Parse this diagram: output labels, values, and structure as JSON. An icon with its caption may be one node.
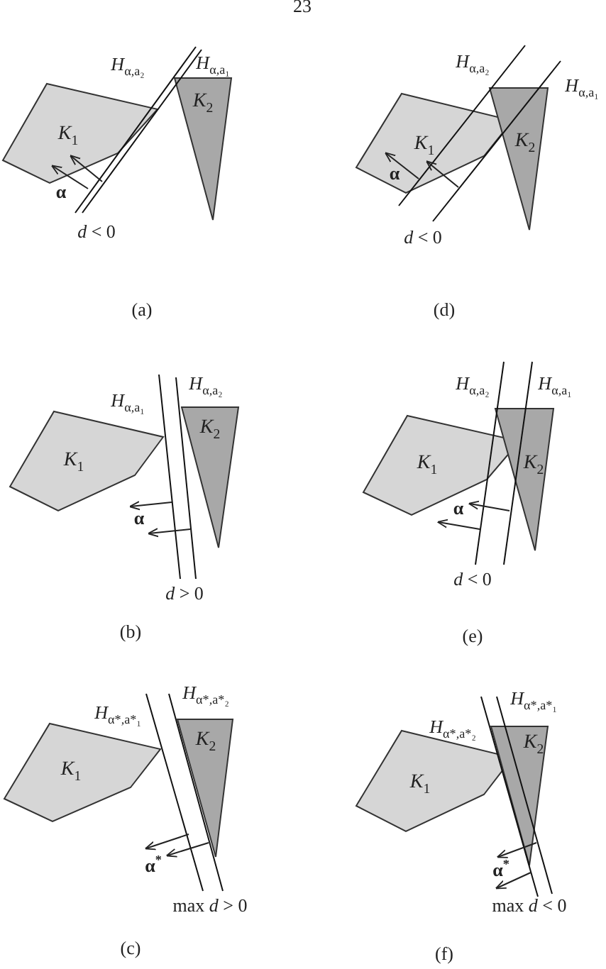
{
  "diagram": {
    "nodes": [
      {
        "text": [
          "*K*$_{1}$"
        ]
      },
      {
        "text": [
          "*K*$_{2}$"
        ]
      },
      {
        "text": [
          "*K*$_{1}$"
        ]
      },
      {
        "text": [
          "*K*$_{2}$"
        ]
      },
      {
        "text": [
          "*K*$_{1}$"
        ]
      },
      {
        "text": [
          "*K*$_{2}$"
        ]
      },
      {
        "text": [
          "*K*$_{1}$"
        ]
      },
      {
        "text": [
          "*K*$_{2}$"
        ]
      },
      {
        "text": [
          "*K*$_{1}$"
        ]
      },
      {
        "text": [
          "*K*$_{2}$"
        ]
      },
      {
        "text": [
          "*K*$_{1}$"
        ]
      },
      {
        "text": [
          "*K*$_{2}$"
        ]
      }
    ],
    "edges": [],
    "labels": [
      "23",
      "*H*$_{α,a₂}$",
      "*H*$_{α,a₁}$",
      "α",
      "*d* < 0",
      "(a)",
      "*H*$_{α,a₂}$",
      "*H*$_{α,a₁}$",
      "α",
      "*d* < 0",
      "(d)",
      "*H*$_{α,a₁}$",
      "*H*$_{α,a₂}$",
      "α",
      "*d* > 0",
      "(b)",
      "*H*$_{α,a₂}$",
      "*H*$_{α,a₁}$",
      "α",
      "*d* < 0",
      "(e)",
      "*H*$_{α*,a*₁}$",
      "*H*$_{α*,a*₂}$",
      "α$^{*}$",
      "max *d* > 0",
      "(c)",
      "*H*$_{α*,a*₂}$",
      "*H*$_{α*,a*₁}$",
      "α$^{*}$",
      "max *d* < 0",
      "(f)"
    ]
  }
}
